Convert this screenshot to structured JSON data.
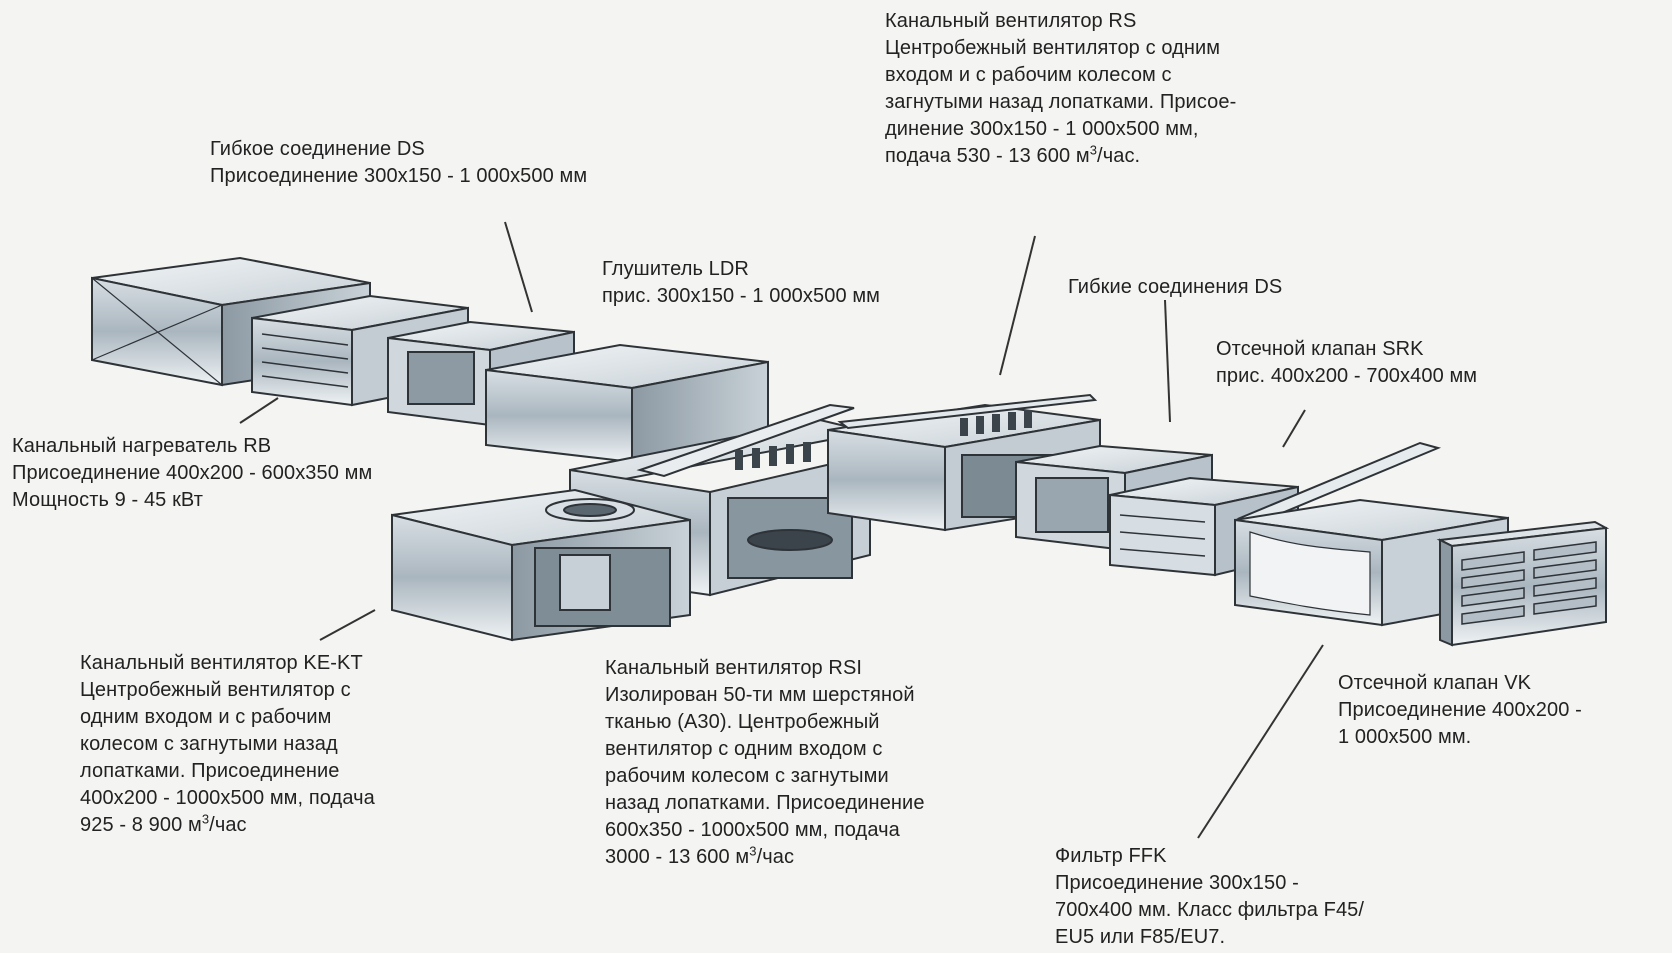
{
  "labels": {
    "rs": [
      "Канальный вентилятор RS",
      "Центробежный вентилятор с одним",
      "входом и с рабочим колесом с",
      "загнутыми назад лопатками. Присое-",
      "динение 300x150 - 1 000x500 мм,",
      "подача 530 - 13 600 м",
      "3",
      "/час."
    ],
    "ds_top": [
      "Гибкое соединение DS",
      "Присоединение 300x150 - 1 000x500 мм"
    ],
    "ldr": [
      "Глушитель LDR",
      "прис. 300x150 - 1 000x500 мм"
    ],
    "ds_right": [
      "Гибкие соединения DS"
    ],
    "srk": [
      "Отсечной клапан SRK",
      "прис. 400x200 - 700x400 мм"
    ],
    "rb": [
      "Канальный нагреватель RB",
      "Присоединение 400x200 - 600x350 мм",
      "Мощность 9 - 45 кВт"
    ],
    "kekt": [
      "Канальный вентилятор KE-KT",
      "Центробежный вентилятор с",
      "одним входом и с рабочим",
      "колесом с загнутыми назад",
      "лопатками. Присоединение",
      "400x200 - 1000x500 мм, подача",
      "925 - 8 900 м",
      "3",
      "/час"
    ],
    "rsi": [
      "Канальный вентилятор RSI",
      "Изолирован 50-ти мм шерстяной",
      "тканью (А30). Центробежный",
      "вентилятор с одним входом с",
      "рабочим колесом с загнутыми",
      "назад лопатками. Присоединение",
      "600x350 - 1000x500 мм, подача",
      "3000 - 13 600 м",
      "3",
      "/час"
    ],
    "vk": [
      "Отсечной клапан VK",
      "Присоединение 400x200 -",
      "1 000x500 мм."
    ],
    "ffk": [
      "Фильтр FFK",
      "Присоединение 300x150 -",
      "700x400 мм. Класс фильтра F45/",
      "EU5 или F85/EU7."
    ]
  },
  "colors": {
    "metal_light": "#e8ecef",
    "metal_mid": "#b9c4cc",
    "metal_dark": "#6f7d88",
    "outline": "#2e3338",
    "text": "#222222"
  }
}
